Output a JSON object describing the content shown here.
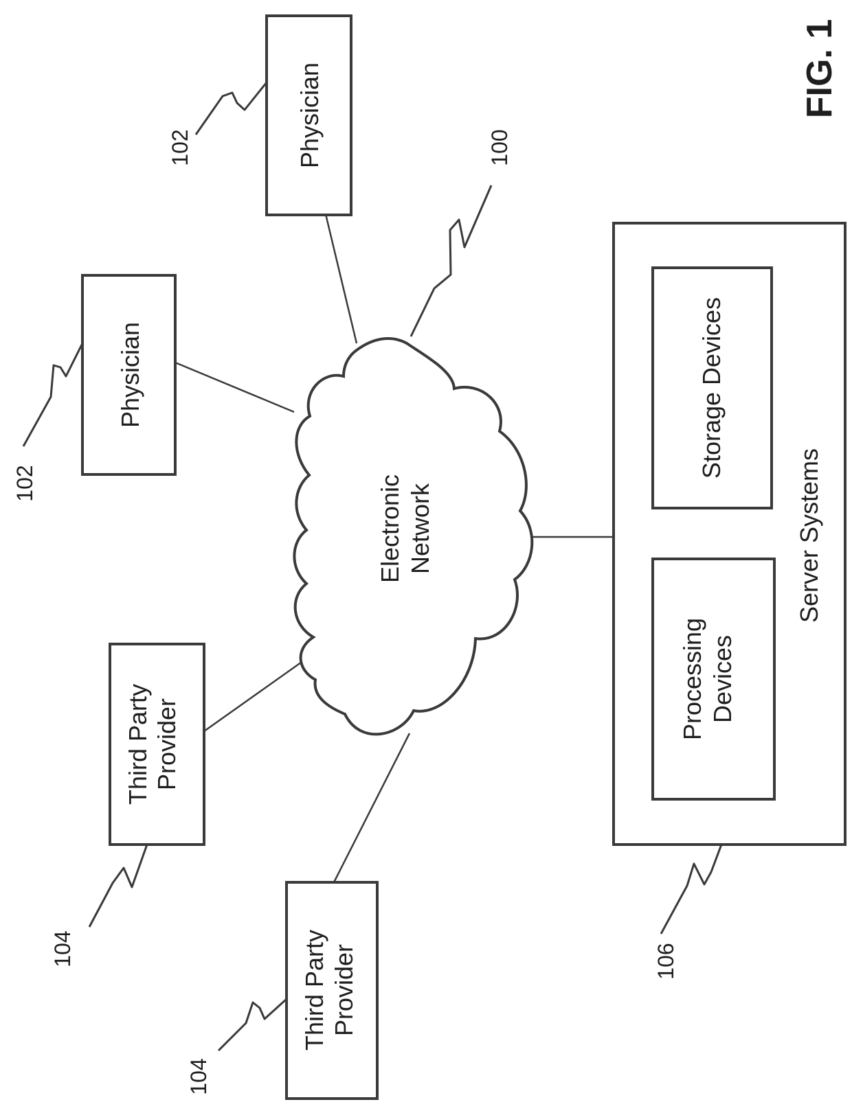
{
  "figure": {
    "label": "FIG. 1"
  },
  "network": {
    "line1": "Electronic",
    "line2": "Network",
    "ref": "100"
  },
  "physicians": [
    {
      "label": "Physician",
      "ref": "102"
    },
    {
      "label": "Physician",
      "ref": "102"
    }
  ],
  "providers": [
    {
      "line1": "Third Party",
      "line2": "Provider",
      "ref": "104"
    },
    {
      "line1": "Third Party",
      "line2": "Provider",
      "ref": "104"
    }
  ],
  "server": {
    "label": "Server Systems",
    "ref": "106",
    "storage": "Storage Devices",
    "processing": {
      "line1": "Processing",
      "line2": "Devices"
    }
  }
}
